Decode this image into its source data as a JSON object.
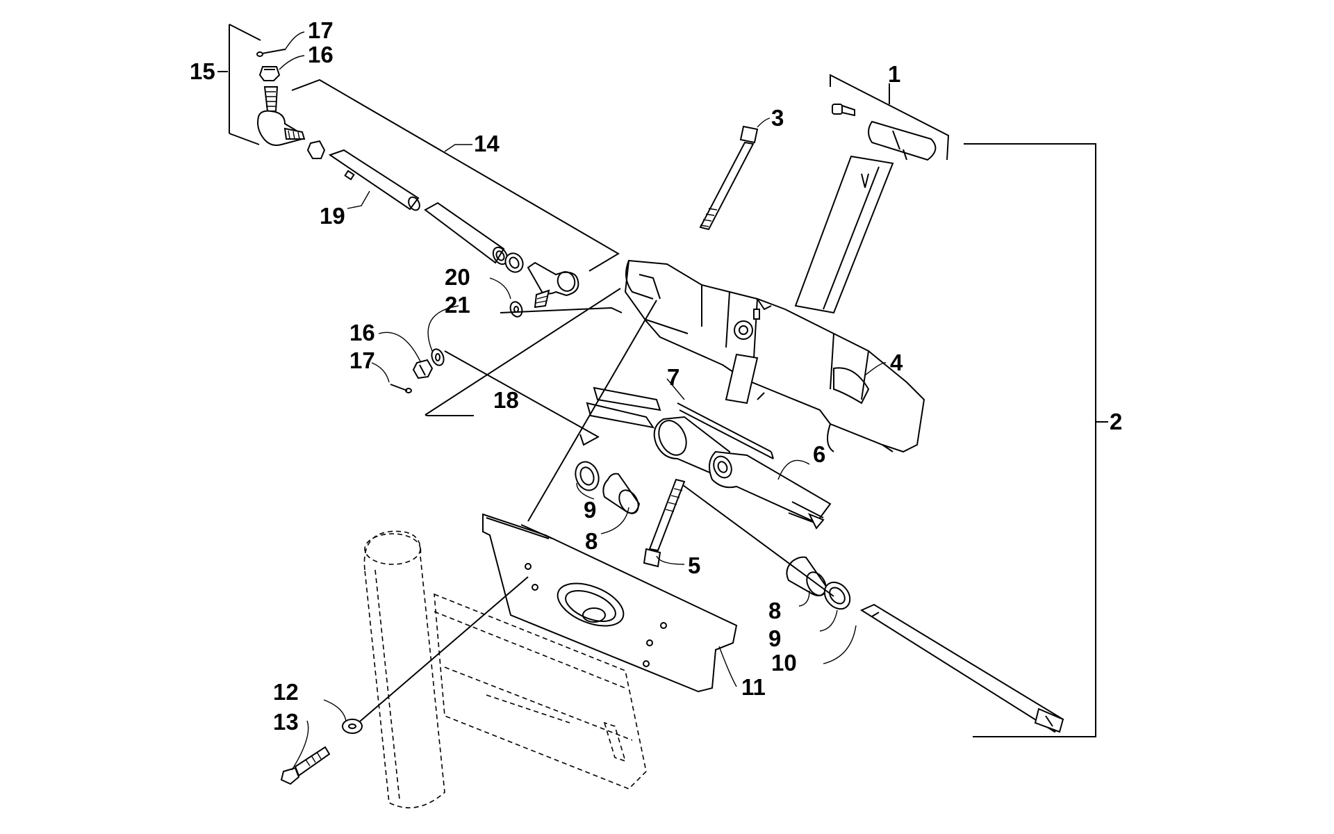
{
  "callouts": {
    "c1": "1",
    "c2": "2",
    "c3": "3",
    "c4": "4",
    "c5": "5",
    "c6": "6",
    "c7": "7",
    "c8a": "8",
    "c8b": "8",
    "c9a": "9",
    "c9b": "9",
    "c10": "10",
    "c11": "11",
    "c12": "12",
    "c13": "13",
    "c14": "14",
    "c15": "15",
    "c16a": "16",
    "c16b": "16",
    "c17a": "17",
    "c17b": "17",
    "c18": "18",
    "c19": "19",
    "c20": "20",
    "c21": "21"
  }
}
